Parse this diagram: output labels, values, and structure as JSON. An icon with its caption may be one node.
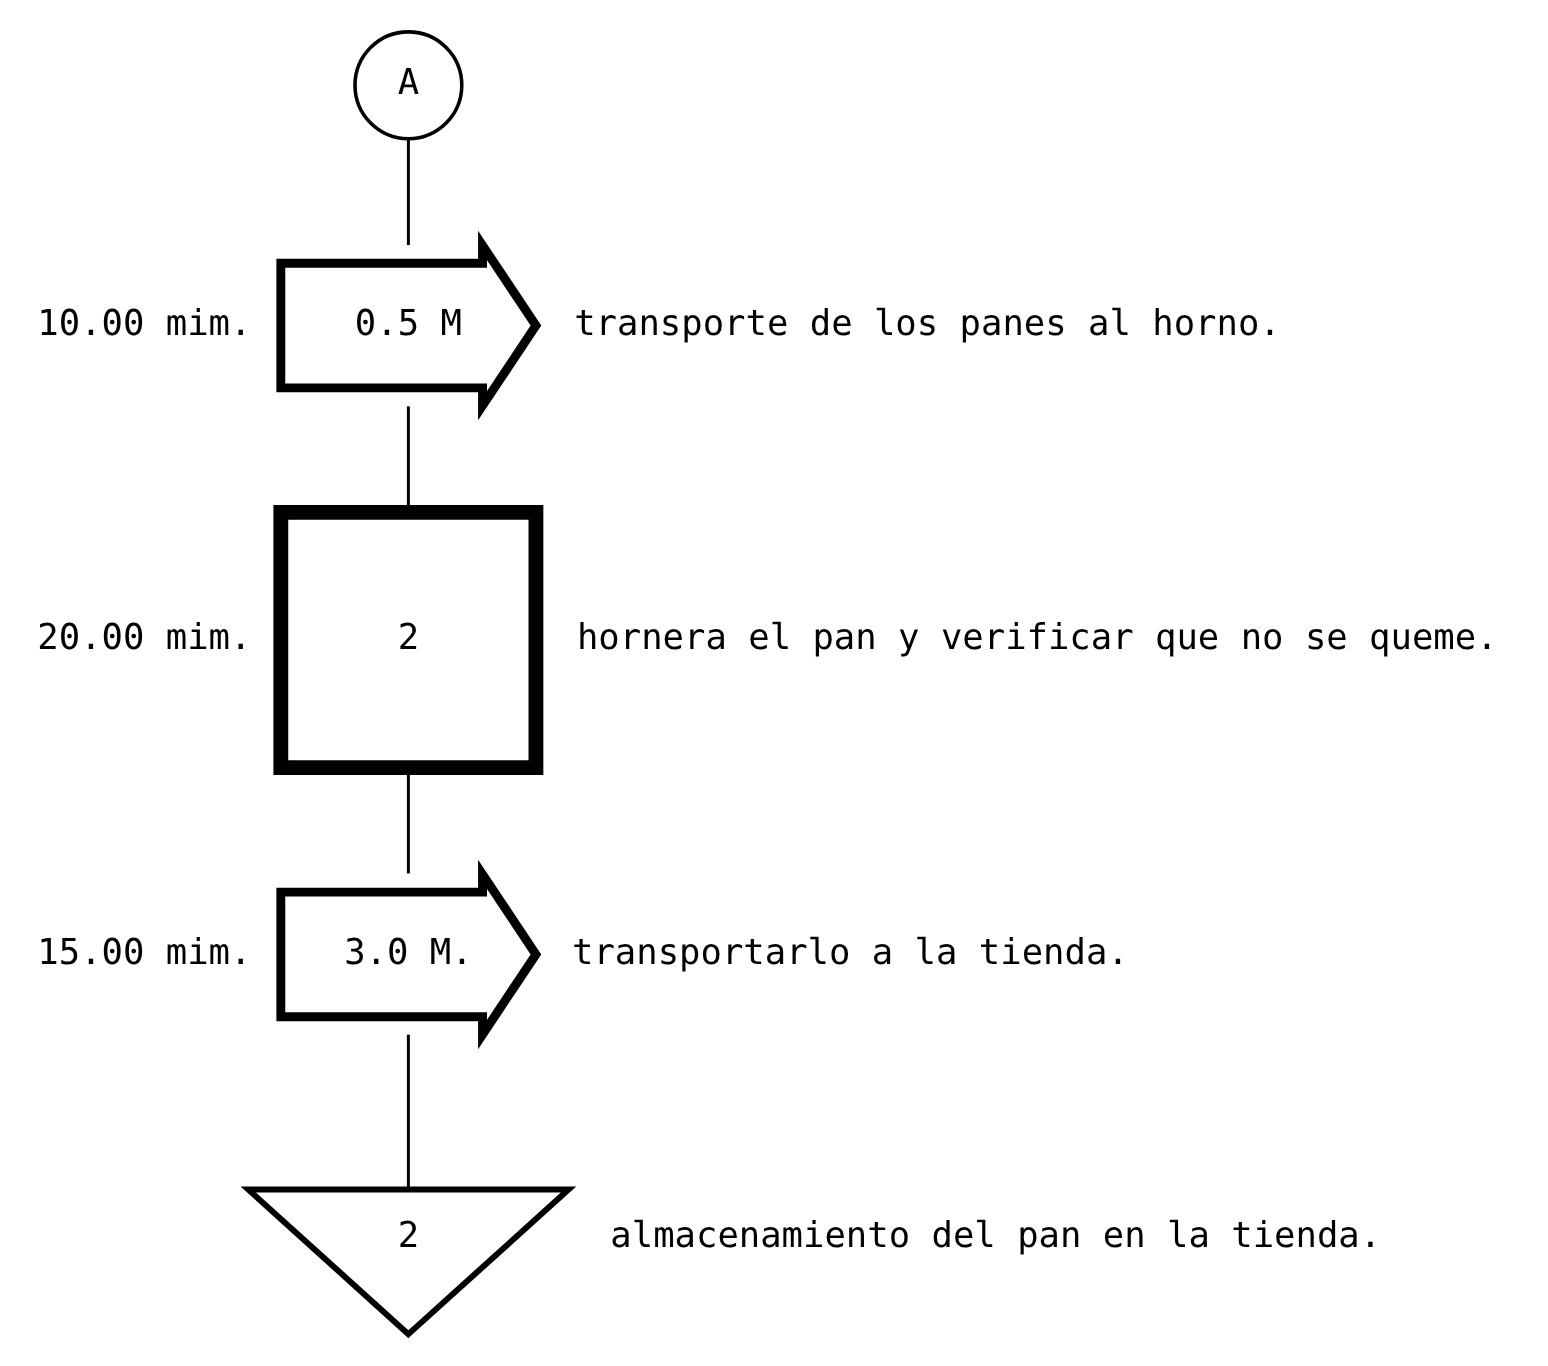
{
  "diagram": {
    "nodes": [
      {
        "text": [
          "A"
        ]
      },
      {
        "text": [
          "0.5 M"
        ],
        "beside": [
          "10.00 mim.",
          "transporte de los panes al horno."
        ]
      },
      {
        "text": [
          "2"
        ],
        "beside": [
          "20.00 mim.",
          "hornera el pan y verificar que no se queme."
        ]
      },
      {
        "text": [
          "3.0 M."
        ],
        "beside": [
          "15.00 mim.",
          "transportarlo a la tienda."
        ]
      },
      {
        "text": [
          "2"
        ],
        "beside": [
          "almacenamiento del pan en la tienda."
        ]
      }
    ],
    "edges": [
      {
        "from": 0,
        "to": 1,
        "arrow": "none"
      },
      {
        "from": 1,
        "to": 2,
        "arrow": "none"
      },
      {
        "from": 2,
        "to": 3,
        "arrow": "none"
      },
      {
        "from": 3,
        "to": 4,
        "arrow": "none"
      }
    ]
  }
}
